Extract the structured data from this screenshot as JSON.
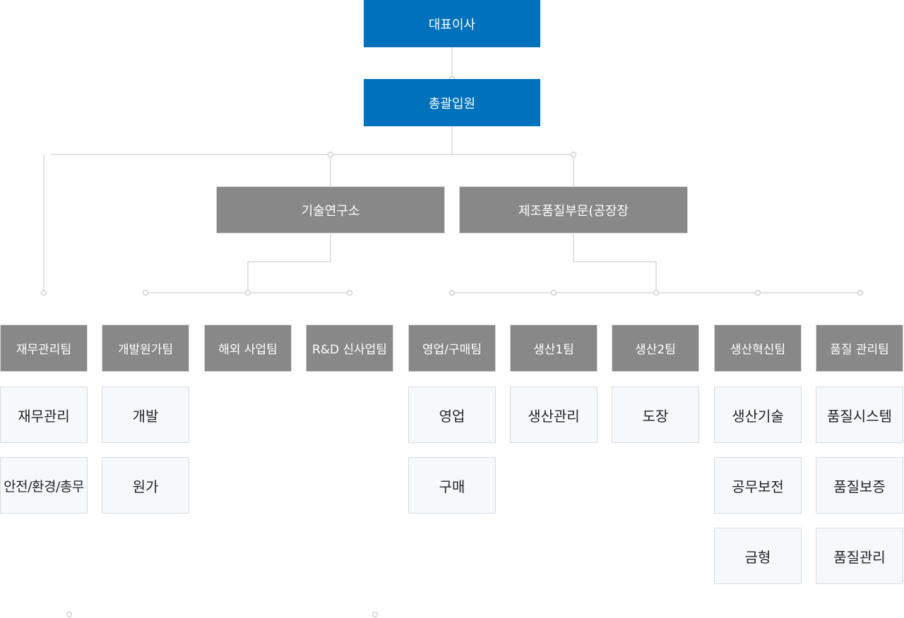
{
  "ceo": "대표이사",
  "executive": "총괄입원",
  "divisions": [
    "기술연구소",
    "제조품질부문(공장장"
  ],
  "teams": [
    {
      "name": "재무관리팀",
      "units": [
        "재무관리",
        "안전/환경/총무"
      ]
    },
    {
      "name": "개발원가팀",
      "units": [
        "개발",
        "원가"
      ]
    },
    {
      "name": "해외 사업팀",
      "units": []
    },
    {
      "name": "R&D 신사업팀",
      "units": []
    },
    {
      "name": "영업/구매팀",
      "units": [
        "영업",
        "구매"
      ]
    },
    {
      "name": "생산1팀",
      "units": [
        "생산관리"
      ]
    },
    {
      "name": "생산2팀",
      "units": [
        "도장"
      ]
    },
    {
      "name": "생산혁신팀",
      "units": [
        "생산기술",
        "공무보전",
        "금형"
      ]
    },
    {
      "name": "품질 관리팀",
      "units": [
        "품질시스템",
        "품질보증",
        "품질관리"
      ]
    }
  ],
  "colors": {
    "top": "#0071bc",
    "mid": "#888888",
    "unit_bg": "#f6f9fc",
    "line": "#d9d9d9"
  }
}
